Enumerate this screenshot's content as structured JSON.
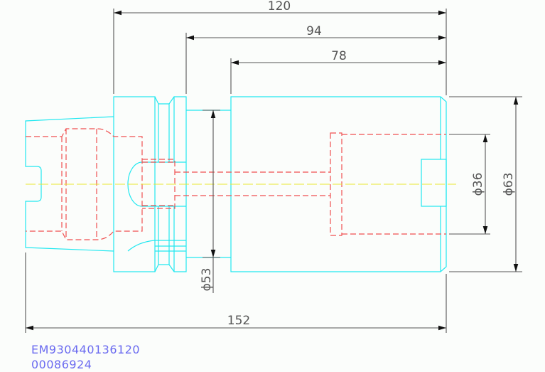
{
  "drawing": {
    "dimensions": {
      "overall_length": "152",
      "length_120": "120",
      "length_94": "94",
      "length_78": "78",
      "diameter_53": "ϕ53",
      "diameter_36": "ϕ36",
      "diameter_63": "ϕ63"
    },
    "part_number": "EM930440136120",
    "item_code": "00086924",
    "colors": {
      "outline": "#22e8f0",
      "hidden": "#f05050",
      "centerline": "#e8e830",
      "dimension": "#555555",
      "label": "#6a6af0"
    }
  }
}
